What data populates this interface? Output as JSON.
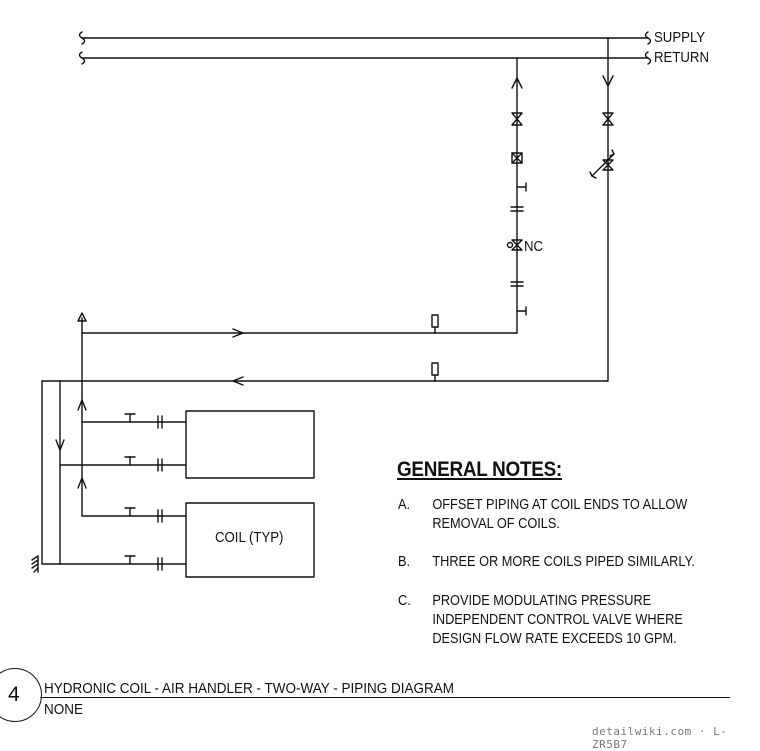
{
  "diagram": {
    "pipe_labels": {
      "supply": "SUPPLY",
      "return": "RETURN"
    },
    "valve_label": "NC",
    "coil_label": "COIL (TYP)"
  },
  "notes": {
    "title": "GENERAL NOTES:",
    "items": [
      {
        "letter": "A.",
        "lines": [
          "OFFSET PIPING AT COIL ENDS TO ALLOW",
          "REMOVAL OF COILS."
        ]
      },
      {
        "letter": "B.",
        "lines": [
          "THREE OR MORE COILS PIPED SIMILARLY."
        ]
      },
      {
        "letter": "C.",
        "lines": [
          "PROVIDE MODULATING PRESSURE",
          "INDEPENDENT CONTROL VALVE WHERE",
          "DESIGN FLOW RATE EXCEEDS 10 GPM."
        ]
      }
    ]
  },
  "title_block": {
    "number": "4",
    "title": "HYDRONIC COIL - AIR HANDLER - TWO-WAY - PIPING DIAGRAM",
    "scale": "NONE"
  },
  "watermark": "detailwiki.com · L-ZR5B7"
}
